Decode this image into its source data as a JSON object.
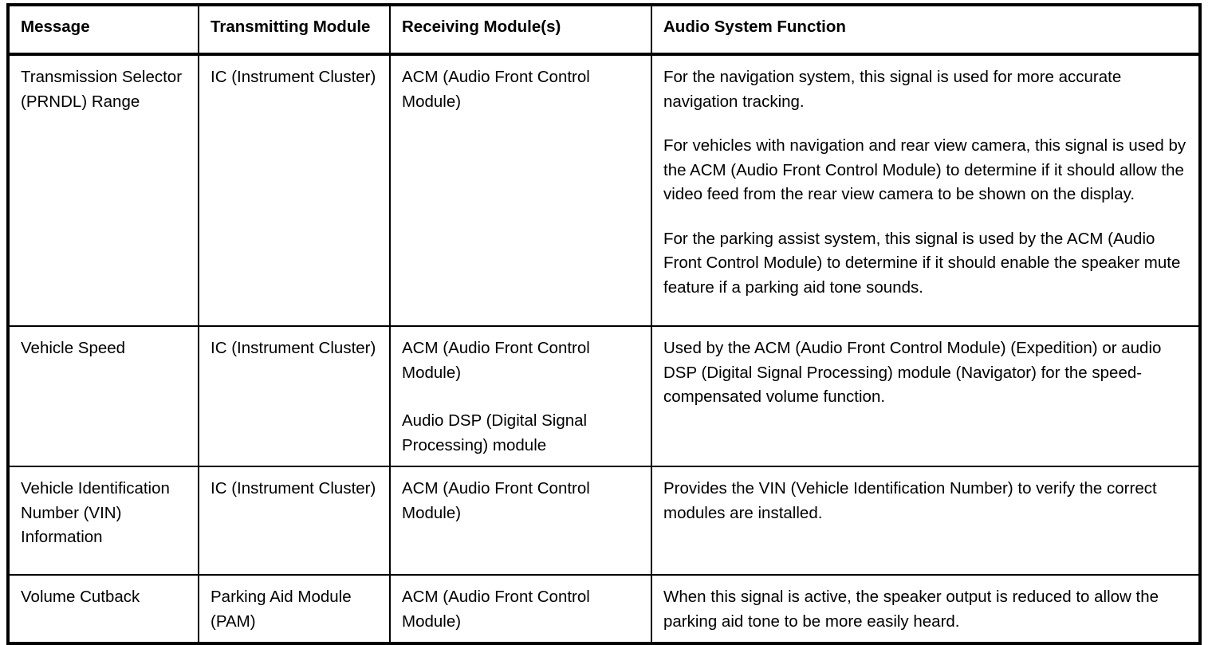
{
  "table": {
    "columns": [
      "Message",
      "Transmitting Module",
      "Receiving Module(s)",
      "Audio System Function"
    ],
    "rows": [
      {
        "message": "Transmission Selector (PRNDL) Range",
        "transmitting": "IC (Instrument Cluster)",
        "receiving": [
          "ACM (Audio Front Control Module)"
        ],
        "function": [
          "For the navigation system, this signal is used for more accurate navigation tracking.",
          "For vehicles with navigation and rear view camera, this signal is used by the ACM (Audio Front Control Module) to determine if it should allow the video feed from the rear view camera to be shown on the display.",
          "For the parking assist system, this signal is used by the ACM (Audio Front Control Module) to determine if it should enable the speaker mute feature if a parking aid tone sounds."
        ]
      },
      {
        "message": "Vehicle Speed",
        "transmitting": "IC (Instrument Cluster)",
        "receiving": [
          "ACM (Audio Front Control Module)",
          "Audio DSP (Digital Signal Processing) module"
        ],
        "function": [
          "Used by the ACM (Audio Front Control Module) (Expedition) or audio DSP (Digital Signal Processing) module (Navigator) for the speed-compensated volume function."
        ]
      },
      {
        "message": "Vehicle Identification Number (VIN) Information",
        "transmitting": "IC (Instrument Cluster)",
        "receiving": [
          "ACM (Audio Front Control Module)"
        ],
        "function": [
          "Provides the VIN (Vehicle Identification Number) to verify the correct modules are installed."
        ]
      },
      {
        "message": "Volume Cutback",
        "transmitting": "Parking Aid Module (PAM)",
        "receiving": [
          "ACM (Audio Front Control Module)"
        ],
        "function": [
          "When this signal is active, the speaker output is reduced to allow the parking aid tone to be more easily heard."
        ]
      }
    ]
  },
  "colors": {
    "text": "#000000",
    "border": "#000000",
    "background": "#ffffff"
  }
}
